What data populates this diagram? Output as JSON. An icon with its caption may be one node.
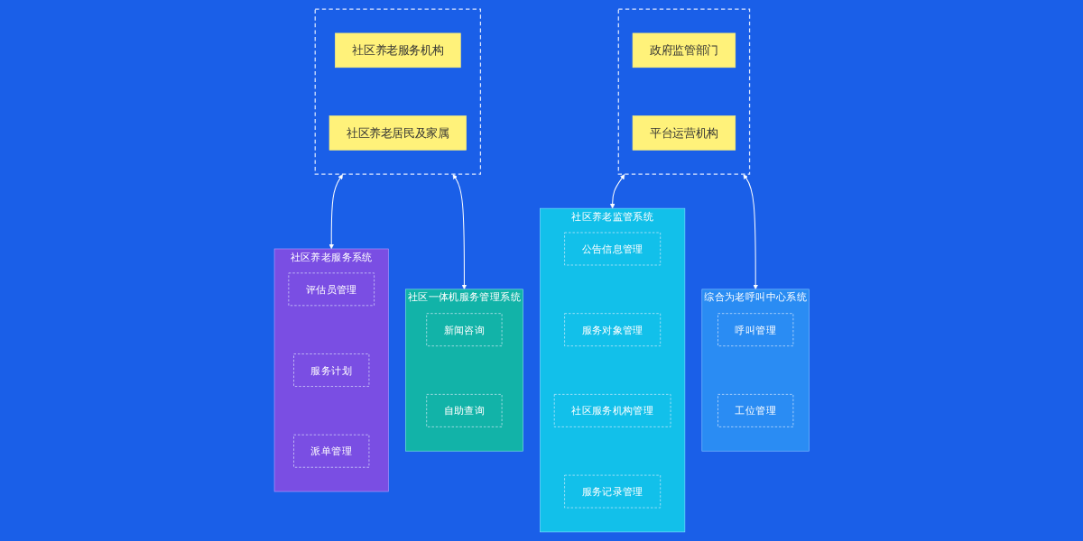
{
  "diagram": {
    "nodes": [
      {
        "text": [],
        "shape": "box"
      },
      {
        "text": [
          "政府监管部门"
        ],
        "in": 0
      },
      {
        "text": [
          "平台运营机构"
        ],
        "in": 0
      },
      {
        "text": [],
        "shape": "box"
      },
      {
        "text": [
          "社区养老服务机构"
        ],
        "in": 3
      },
      {
        "text": [
          "社区养老居民及家属"
        ],
        "in": 3
      },
      {
        "text": [
          "社区养老监管系统"
        ]
      },
      {
        "text": [
          "公告信息管理"
        ],
        "in": 6
      },
      {
        "text": [
          "服务对象管理"
        ],
        "in": 6
      },
      {
        "text": [
          "社区服务机构管理"
        ],
        "in": 6
      },
      {
        "text": [
          "服务记录管理"
        ],
        "in": 6
      },
      {
        "text": [
          "综合为老呼叫中心系统"
        ]
      },
      {
        "text": [
          "呼叫管理"
        ],
        "in": 11
      },
      {
        "text": [
          "工位管理"
        ],
        "in": 11
      },
      {
        "text": [
          "社区养老服务系统"
        ]
      },
      {
        "text": [
          "评估员管理"
        ],
        "in": 14
      },
      {
        "text": [
          "服务计划"
        ],
        "in": 14
      },
      {
        "text": [
          "派单管理"
        ],
        "in": 14
      },
      {
        "text": [
          "社区一体机服务管理系统"
        ]
      },
      {
        "text": [
          "新闻咨询"
        ],
        "in": 18
      },
      {
        "text": [
          "自助查询"
        ],
        "in": 18
      }
    ],
    "edges": [
      {
        "from": 0,
        "to": 6,
        "arrow": "both"
      },
      {
        "from": 0,
        "to": 11,
        "arrow": "both"
      },
      {
        "from": 3,
        "to": 14,
        "arrow": "both"
      },
      {
        "from": 3,
        "to": 18,
        "arrow": "both"
      }
    ]
  }
}
